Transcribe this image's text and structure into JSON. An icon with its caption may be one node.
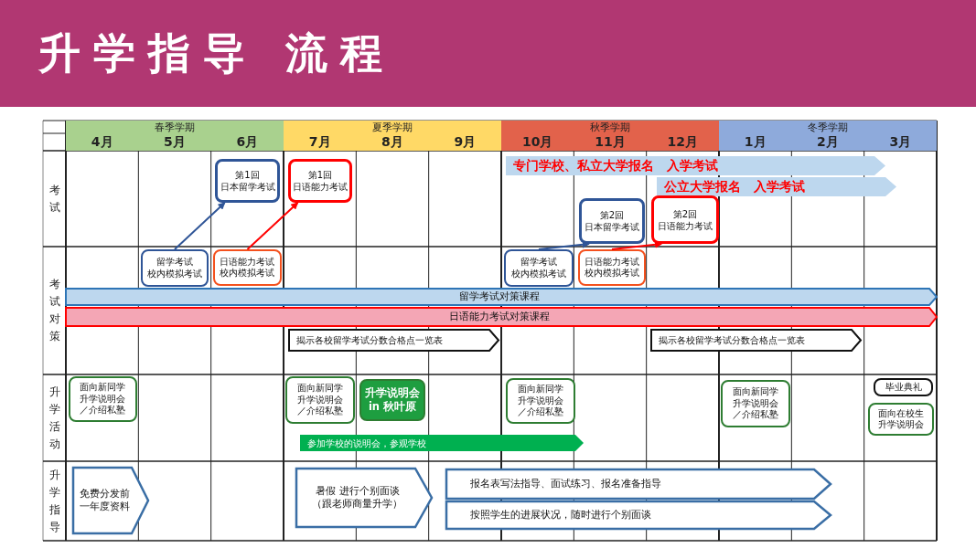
{
  "diagram": {
    "title": "升学指导 流程",
    "nodes": [
      {
        "text": [
          "第1回",
          "日本留学考试"
        ]
      },
      {
        "text": [
          "第1回",
          "日语能力考试"
        ]
      },
      {
        "text": [
          "专门学校、私立大学报名　入学考试"
        ]
      },
      {
        "text": [
          "公立大学报名　入学考试"
        ]
      },
      {
        "text": [
          "第2回",
          "日本留学考试"
        ]
      },
      {
        "text": [
          "第2回",
          "日语能力考试"
        ]
      },
      {
        "text": [
          "留学考试",
          "校内模拟考试"
        ]
      },
      {
        "text": [
          "日语能力考试校内模拟考试"
        ]
      },
      {
        "text": [
          "留学考试",
          "校内模拟考试"
        ]
      },
      {
        "text": [
          "日语能力考试校内模拟考试"
        ]
      },
      {
        "text": [
          "留学考试对策课程"
        ]
      },
      {
        "text": [
          "日语能力考试对策课程"
        ]
      },
      {
        "text": [
          "揭示各校留学考试分数合格点一览表"
        ]
      },
      {
        "text": [
          "揭示各校留学考试分数合格点一览表"
        ]
      },
      {
        "text": [
          "面向新同学升学说明会／介绍私塾"
        ]
      },
      {
        "text": [
          "面向新同学升学说明会／介绍私塾"
        ]
      },
      {
        "text": [
          "升学说明会in 秋叶原"
        ]
      },
      {
        "text": [
          "面向新同学升学说明会／介绍私塾"
        ]
      },
      {
        "text": [
          "面向新同学升学说明会／介绍私塾"
        ]
      },
      {
        "text": [
          "毕业典礼"
        ]
      },
      {
        "text": [
          "面向在校生升学说明会"
        ]
      },
      {
        "text": [
          "参加学校的说明会，参观学校"
        ]
      },
      {
        "text": [
          "免费分发前一年度资料"
        ]
      },
      {
        "text": [
          "暑假 进行个别面谈（跟老师商量升学）"
        ]
      },
      {
        "text": [
          "报名表写法指导、面试练习、报名准备指导"
        ]
      },
      {
        "text": [
          "按照学生的进展状况，随时进行个别面谈"
        ]
      }
    ],
    "edges": [
      {
        "from": 6,
        "to": 0,
        "arrow": "to",
        "color": "#2f5597"
      },
      {
        "from": 7,
        "to": 1,
        "arrow": "to",
        "color": "#ff0000"
      },
      {
        "from": 8,
        "to": 4,
        "arrow": "to",
        "color": "#2f5597"
      },
      {
        "from": 9,
        "to": 5,
        "arrow": "to",
        "color": "#ff0000"
      }
    ],
    "labels": [
      "春季学期",
      "夏季学期",
      "秋季学期",
      "冬季学期",
      "4月",
      "5月",
      "6月",
      "7月",
      "8月",
      "9月",
      "10月",
      "11月",
      "12月",
      "1月",
      "2月",
      "3月",
      "考试",
      "考试对策",
      "升学活动",
      "升学指导"
    ]
  }
}
